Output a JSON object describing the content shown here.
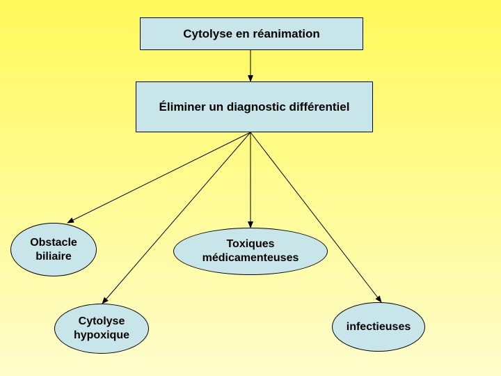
{
  "diagram": {
    "nodes": [
      {
        "id": "root",
        "label": "Cytolyse en réanimation"
      },
      {
        "id": "diff",
        "label": "Éliminer un diagnostic différentiel"
      },
      {
        "id": "obstacle",
        "label": "Obstacle\nbiliaire"
      },
      {
        "id": "toxiques",
        "label": "Toxiques\nmédicamenteuses"
      },
      {
        "id": "hypoxique",
        "label": "Cytolyse\nhypoxique"
      },
      {
        "id": "infectieuses",
        "label": "infectieuses"
      }
    ],
    "edges": [
      {
        "from": "root",
        "to": "diff"
      },
      {
        "from": "diff",
        "to": "obstacle"
      },
      {
        "from": "diff",
        "to": "hypoxique"
      },
      {
        "from": "diff",
        "to": "toxiques"
      },
      {
        "from": "diff",
        "to": "infectieuses"
      }
    ],
    "colors": {
      "node_fill": "#C8E6EA",
      "line": "#000000",
      "background_top": "#FFF95A",
      "background_bottom": "#FFFDCC"
    }
  }
}
